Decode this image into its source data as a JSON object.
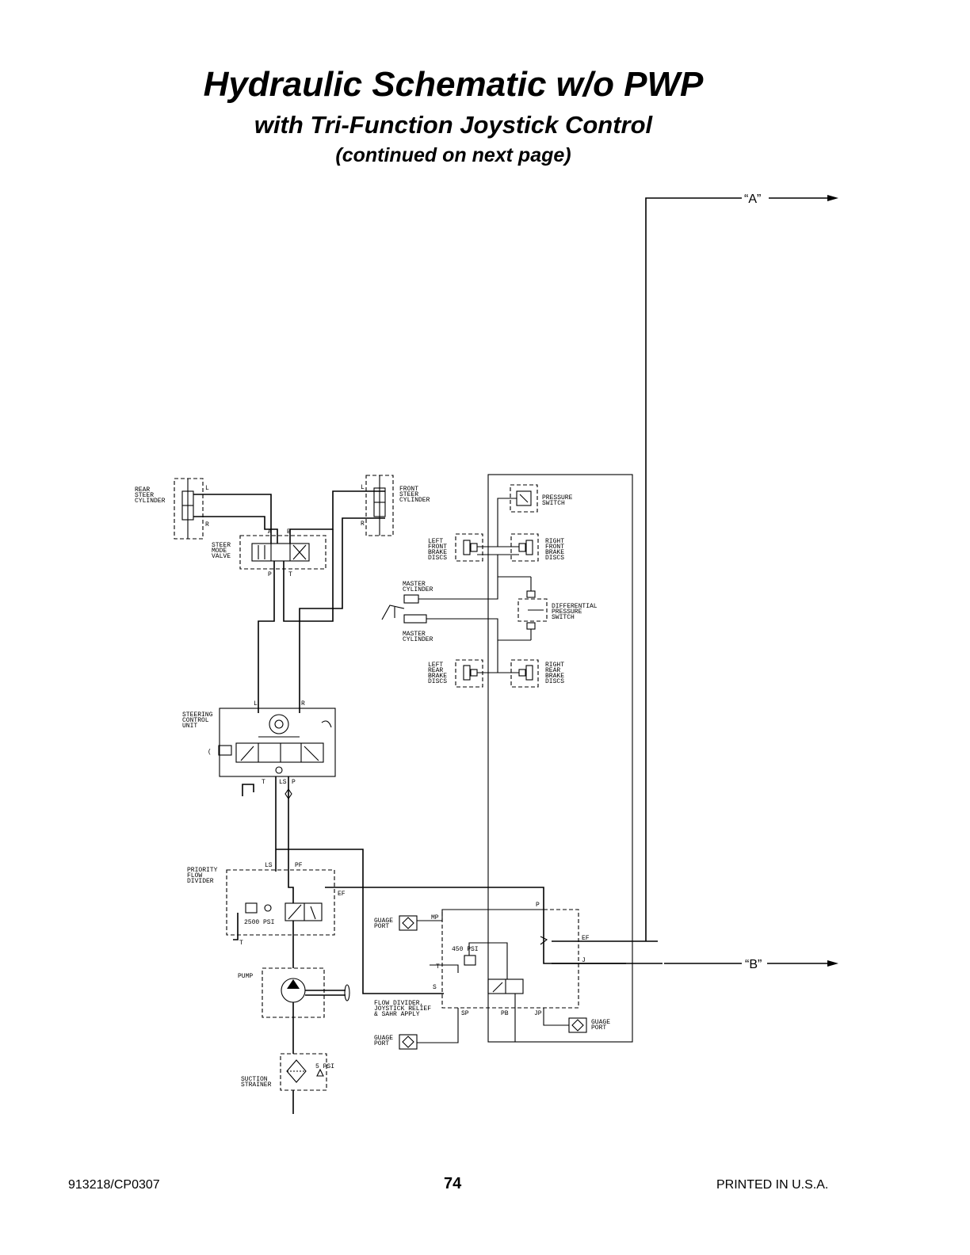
{
  "title": "Hydraulic Schematic w/o PWP",
  "subtitle": "with Tri-Function Joystick Control",
  "note": "(continued on next page)",
  "footer": {
    "doc_code": "913218/CP0307",
    "page_number": "74",
    "printed": "PRINTED IN U.S.A."
  },
  "connectors": {
    "a": "“A”",
    "b": "“B”"
  },
  "components": {
    "rear_steer_cylinder": [
      "REAR",
      "STEER",
      "CYLINDER"
    ],
    "front_steer_cylinder": [
      "FRONT",
      "STEER",
      "CYLINDER"
    ],
    "steer_mode_valve": [
      "STEER",
      "MODE",
      "VALVE"
    ],
    "pressure_switch": [
      "PRESSURE",
      "SWITCH"
    ],
    "left_front_brake_discs": [
      "LEFT",
      "FRONT",
      "BRAKE",
      "DISCS"
    ],
    "right_front_brake_discs": [
      "RIGHT",
      "FRONT",
      "BRAKE",
      "DISCS"
    ],
    "master_cylinder_upper": [
      "MASTER",
      "CYLINDER"
    ],
    "master_cylinder_lower": [
      "MASTER",
      "CYLINDER"
    ],
    "differential_pressure_switch": [
      "DIFFERENTIAL",
      "PRESSURE",
      "SWITCH"
    ],
    "left_rear_brake_discs": [
      "LEFT",
      "REAR",
      "BRAKE",
      "DISCS"
    ],
    "right_rear_brake_discs": [
      "RIGHT",
      "REAR",
      "BRAKE",
      "DISCS"
    ],
    "steering_control_unit": [
      "STEERING",
      "CONTROL",
      "UNIT"
    ],
    "priority_flow_divider": [
      "PRIORITY",
      "FLOW",
      "DIVIDER"
    ],
    "pump": [
      "PUMP"
    ],
    "suction_strainer": [
      "SUCTION",
      "STRAINER"
    ],
    "flow_divider_block": [
      "FLOW DIVIDER,",
      "JOYSTICK RELIEF",
      "& SAHR APPLY"
    ],
    "guage_port_upper": [
      "GUAGE",
      "PORT"
    ],
    "guage_port_lower": [
      "GUAGE",
      "PORT"
    ],
    "guage_port_right": [
      "GUAGE",
      "PORT"
    ]
  },
  "ports": {
    "rear_cyl_l": "L",
    "rear_cyl_r": "R",
    "front_cyl_l": "L",
    "front_cyl_r": "R",
    "smv_a": "A",
    "smv_b": "B",
    "smv_p": "P",
    "smv_t": "T",
    "scu_l": "L",
    "scu_r": "R",
    "scu_t": "T",
    "scu_ls": "LS",
    "scu_p": "P",
    "pfd_ls": "LS",
    "pfd_pf": "PF",
    "pfd_ef": "EF",
    "pfd_t": "T",
    "fd_p": "P",
    "fd_mp": "MP",
    "fd_ef": "EF",
    "fd_j": "J",
    "fd_t": "T",
    "fd_s": "S",
    "fd_sp": "SP",
    "fd_pb": "PB",
    "fd_jp": "JP"
  },
  "settings": {
    "relief_2500": "2500 PSI",
    "relief_450": "450 PSI",
    "check_5": "5 PSI"
  }
}
